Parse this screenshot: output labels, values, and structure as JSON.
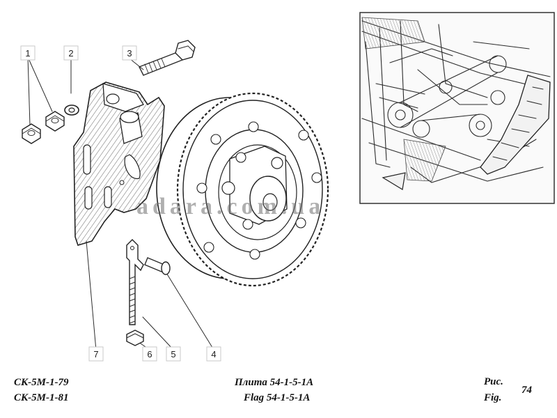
{
  "callouts": {
    "c1": "1",
    "c2": "2",
    "c3": "3",
    "c4": "4",
    "c5": "5",
    "c6": "6",
    "c7": "7"
  },
  "watermark": "adara.com.ua",
  "footer": {
    "code_1": "СК-5М-1-79",
    "code_2": "СК-5М-1-81",
    "title_ru": "Плита 54-1-5-1А",
    "title_en": "Flag 54-1-5-1А",
    "fig_label_ru": "Рис.",
    "fig_label_en": "Fig.",
    "fig_number": "74"
  }
}
